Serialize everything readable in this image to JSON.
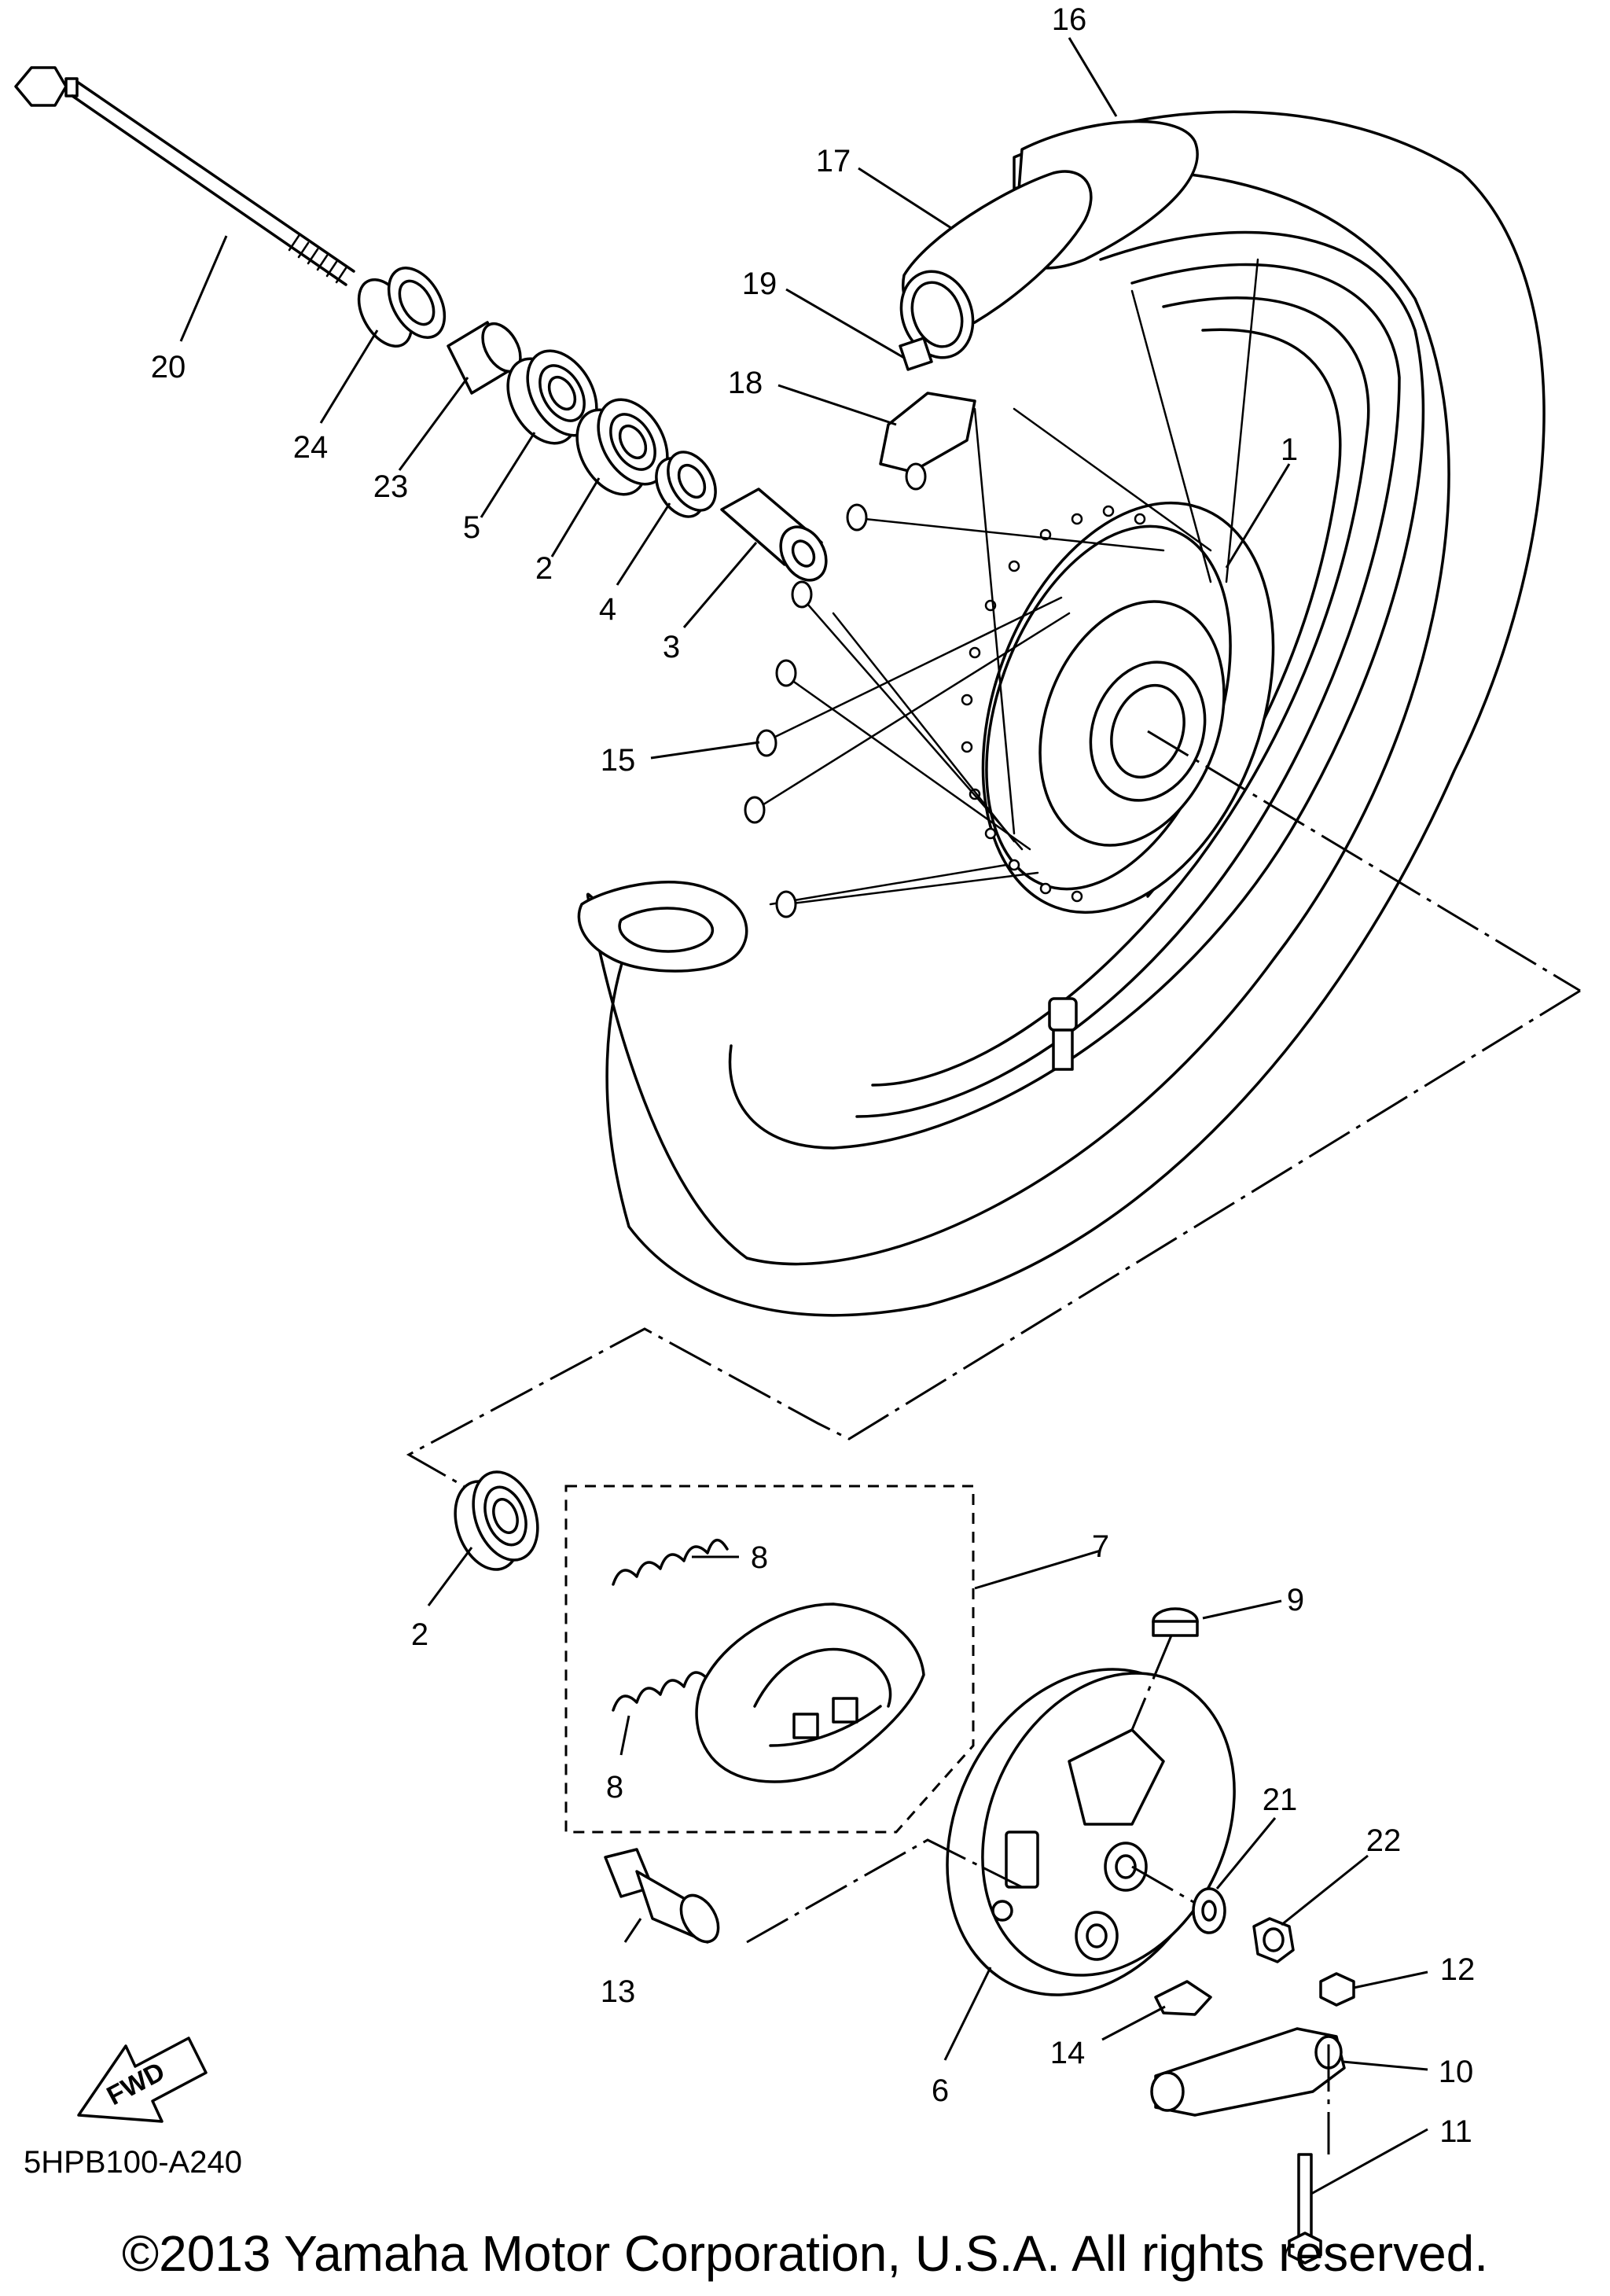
{
  "diagram": {
    "callouts": [
      {
        "id": "c16",
        "label": "16"
      },
      {
        "id": "c17",
        "label": "17"
      },
      {
        "id": "c19",
        "label": "19"
      },
      {
        "id": "c18",
        "label": "18"
      },
      {
        "id": "c1",
        "label": "1"
      },
      {
        "id": "c20",
        "label": "20"
      },
      {
        "id": "c24",
        "label": "24"
      },
      {
        "id": "c23",
        "label": "23"
      },
      {
        "id": "c5",
        "label": "5"
      },
      {
        "id": "c2a",
        "label": "2"
      },
      {
        "id": "c4",
        "label": "4"
      },
      {
        "id": "c3",
        "label": "3"
      },
      {
        "id": "c15",
        "label": "15"
      },
      {
        "id": "c8a",
        "label": "8"
      },
      {
        "id": "c7",
        "label": "7"
      },
      {
        "id": "c9",
        "label": "9"
      },
      {
        "id": "c2b",
        "label": "2"
      },
      {
        "id": "c8b",
        "label": "8"
      },
      {
        "id": "c21",
        "label": "21"
      },
      {
        "id": "c22",
        "label": "22"
      },
      {
        "id": "c12",
        "label": "12"
      },
      {
        "id": "c13",
        "label": "13"
      },
      {
        "id": "c6",
        "label": "6"
      },
      {
        "id": "c14",
        "label": "14"
      },
      {
        "id": "c10",
        "label": "10"
      },
      {
        "id": "c11",
        "label": "11"
      }
    ],
    "fwd_label": "FWD",
    "diagram_code": "5HPB100-A240"
  },
  "footer": {
    "copyright": "©2013 Yamaha Motor Corporation, U.S.A. All rights reserved."
  }
}
